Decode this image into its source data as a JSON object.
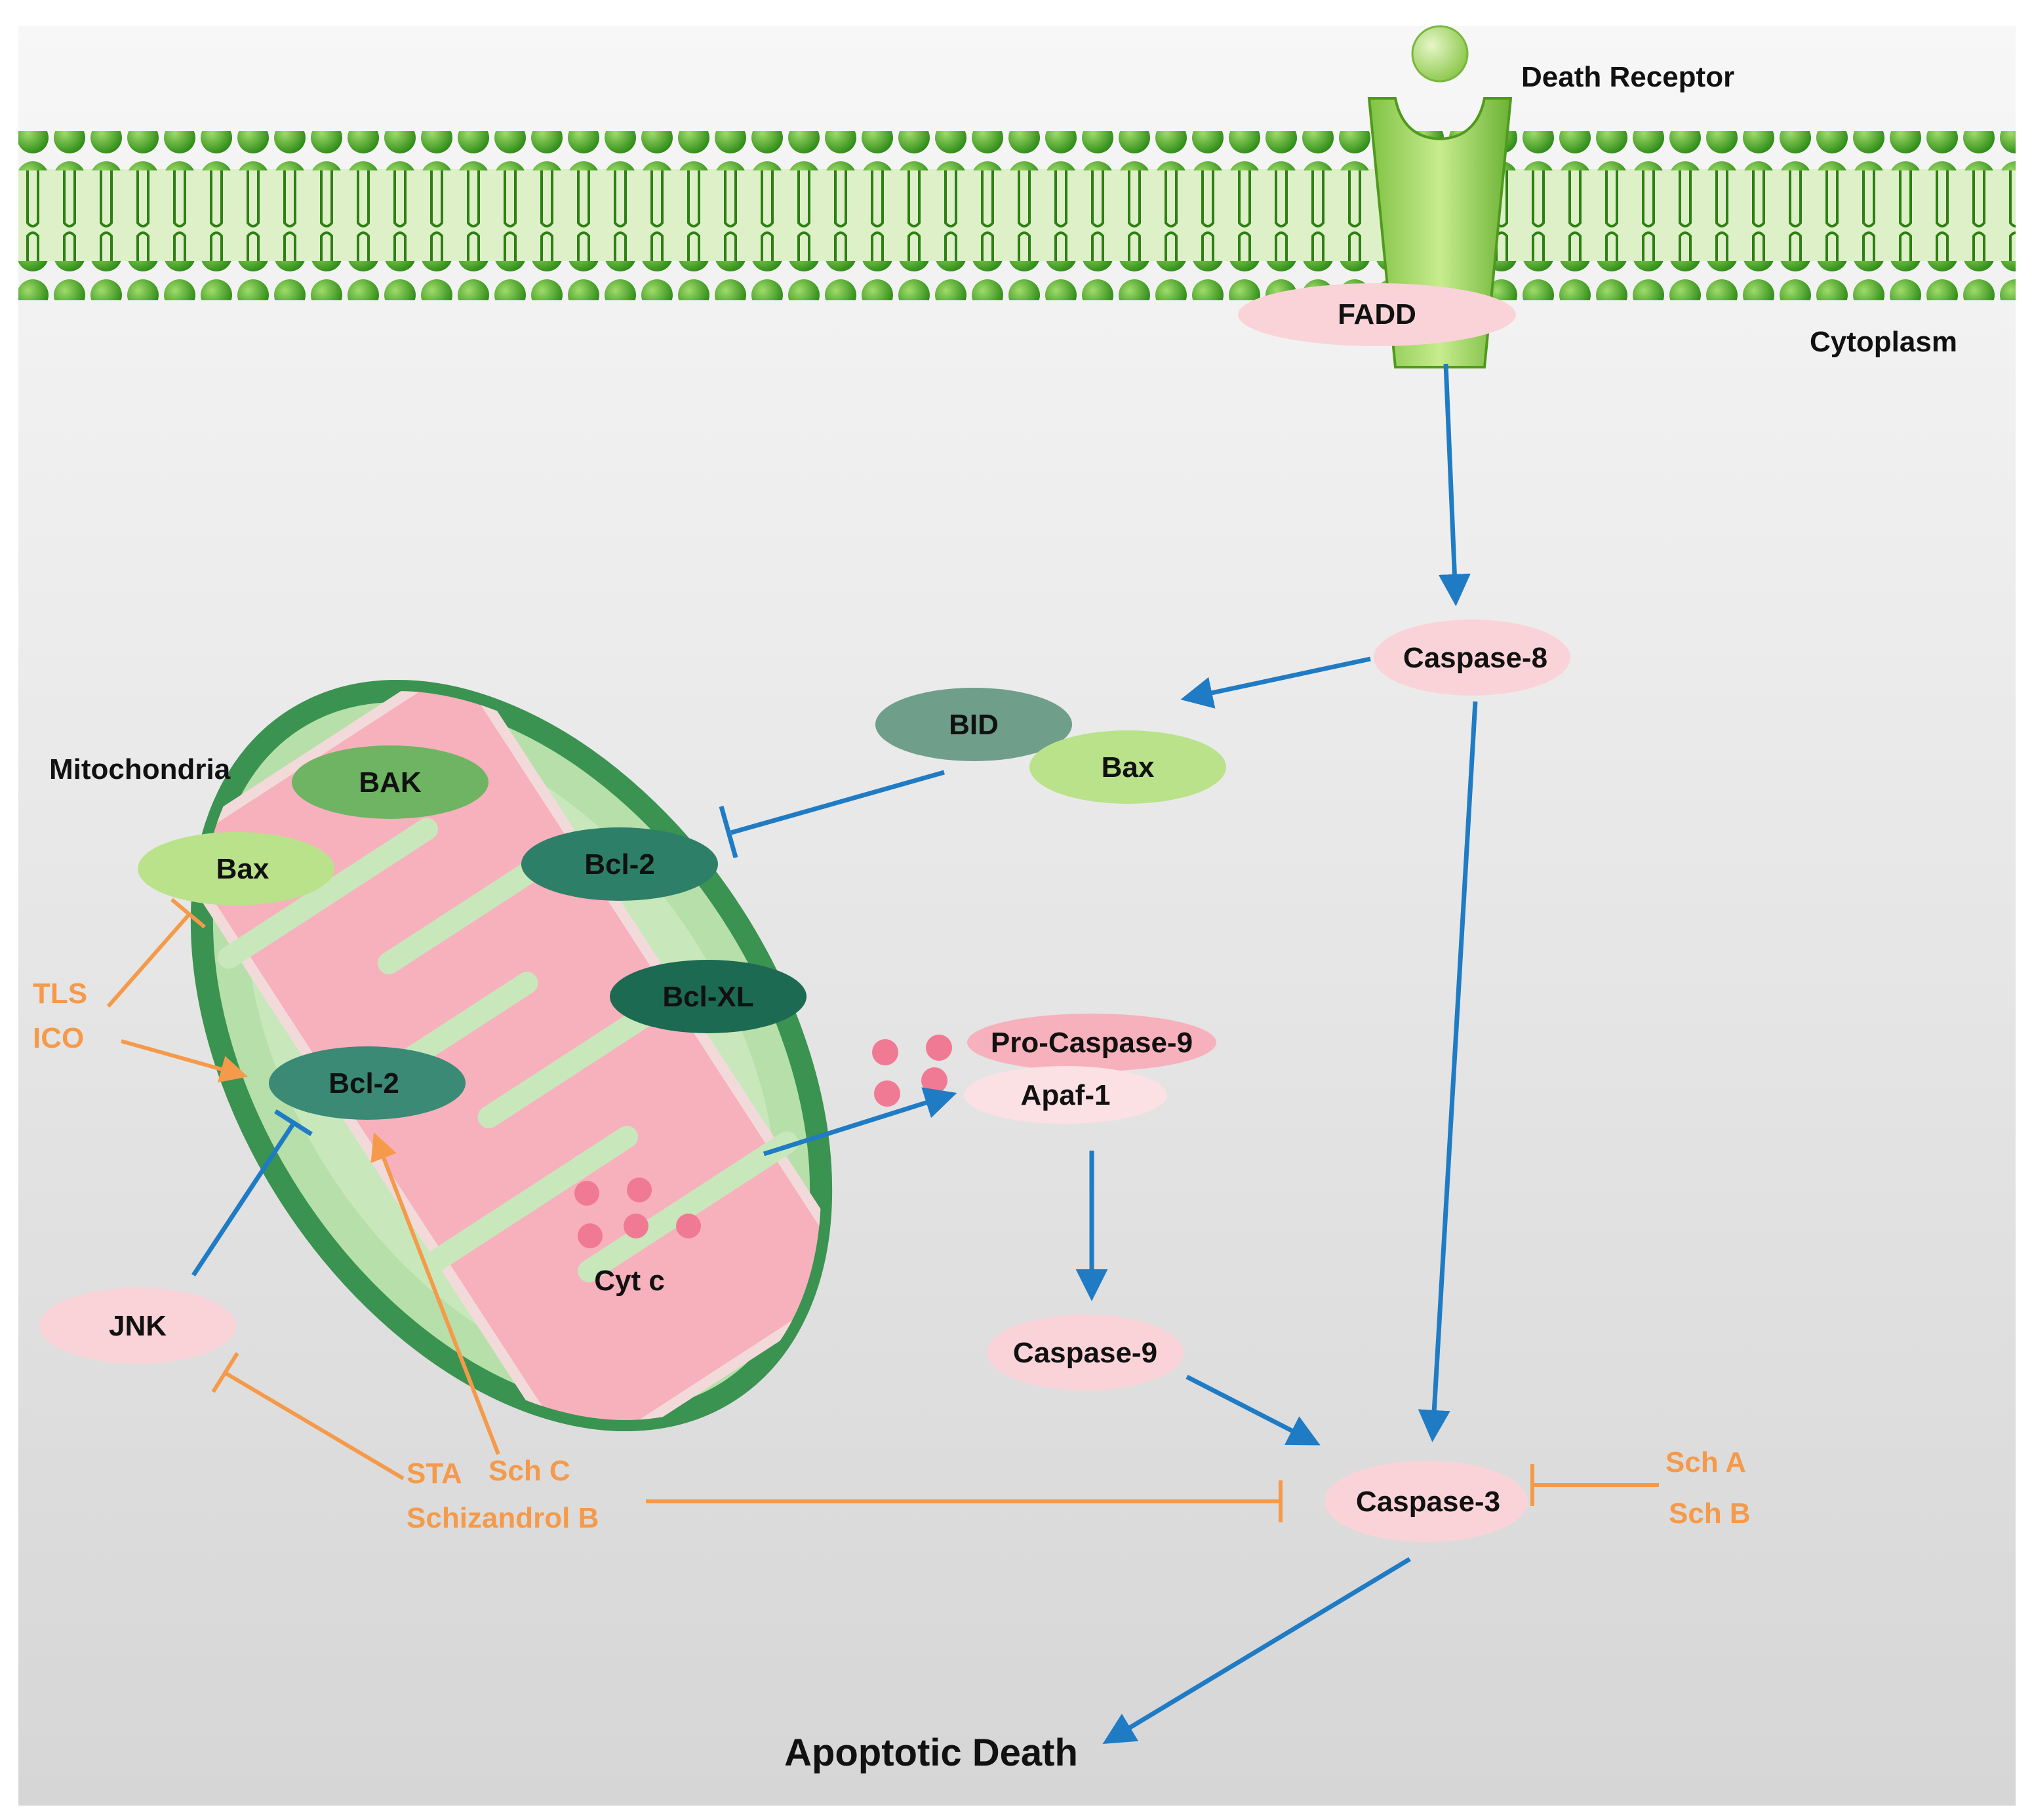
{
  "labels": {
    "death_receptor": "Death Receptor",
    "cytoplasm": "Cytoplasm",
    "mitochondria": "Mitochondria",
    "fadd": "FADD",
    "caspase8": "Caspase-8",
    "bid": "BID",
    "bax_cyto": "Bax",
    "bak": "BAK",
    "bax_mito": "Bax",
    "bcl2_top": "Bcl-2",
    "bclxl": "Bcl-XL",
    "bcl2_bottom": "Bcl-2",
    "cytc": "Cyt c",
    "procaspase9": "Pro-Caspase-9",
    "apaf1": "Apaf-1",
    "caspase9": "Caspase-9",
    "caspase3": "Caspase-3",
    "jnk": "JNK",
    "apoptotic_death": "Apoptotic Death"
  },
  "compounds": {
    "tls": "TLS",
    "ico": "ICO",
    "sta": "STA",
    "schc": "Sch C",
    "schizandrol_b": "Schizandrol B",
    "scha": "Sch A",
    "schb": "Sch B"
  },
  "colors": {
    "pathway_arrow": "#1f7bc4",
    "compound": "#f59a4a",
    "membrane": "#4fa82a",
    "node_pink": "#fad3d9",
    "node_green_light": "#b9e28a",
    "node_green_mid": "#6ea86b",
    "node_teal_dark": "#2e7f68",
    "node_teal_darker": "#1c6a52"
  }
}
